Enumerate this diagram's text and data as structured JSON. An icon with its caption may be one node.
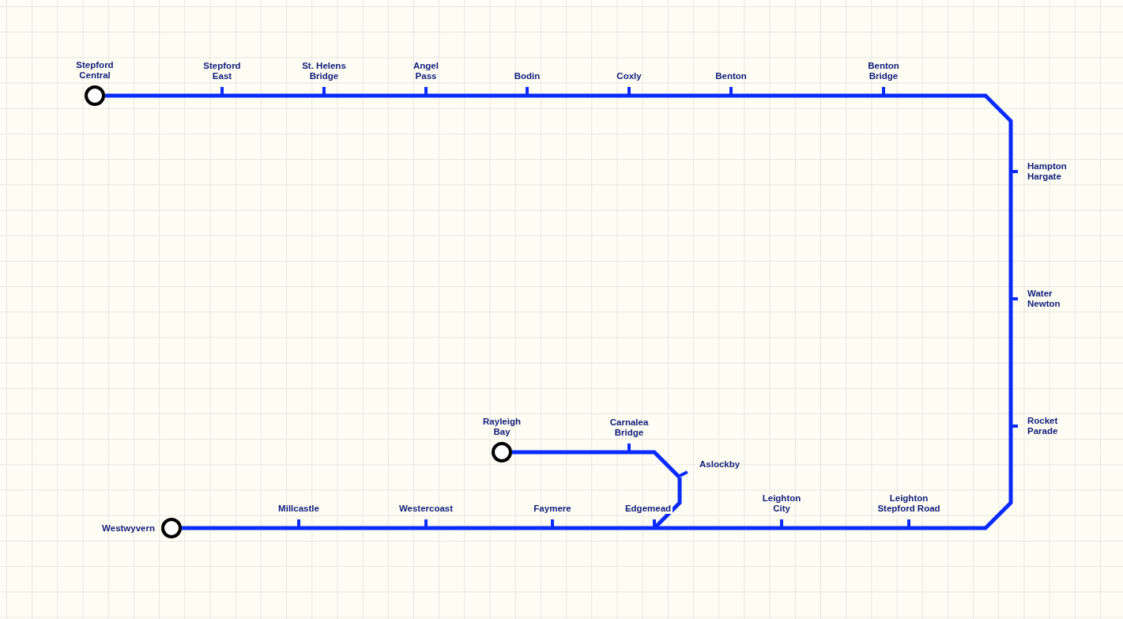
{
  "diagram": {
    "nodes": [
      {
        "text": [
          "Stepford Central"
        ]
      },
      {
        "text": [
          "Stepford East"
        ]
      },
      {
        "text": [
          "St. Helens Bridge"
        ]
      },
      {
        "text": [
          "Angel Pass"
        ]
      },
      {
        "text": [
          "Bodin"
        ]
      },
      {
        "text": [
          "Coxly"
        ]
      },
      {
        "text": [
          "Benton"
        ]
      },
      {
        "text": [
          "Benton Bridge"
        ]
      },
      {
        "text": [
          "Hampton Hargate"
        ]
      },
      {
        "text": [
          "Water Newton"
        ]
      },
      {
        "text": [
          "Rocket Parade"
        ]
      },
      {
        "text": [
          "Leighton Stepford Road"
        ]
      },
      {
        "text": [
          "Leighton City"
        ]
      },
      {
        "text": [
          "Edgemead"
        ]
      },
      {
        "text": [
          "Faymere"
        ]
      },
      {
        "text": [
          "Westercoast"
        ]
      },
      {
        "text": [
          "Millcastle"
        ]
      },
      {
        "text": [
          "Westwyvern"
        ]
      },
      {
        "text": [
          "Rayleigh Bay"
        ]
      },
      {
        "text": [
          "Carnalea Bridge"
        ]
      },
      {
        "text": [
          "Aslockby"
        ]
      }
    ],
    "edges": [
      {
        "from": 0,
        "to": 1,
        "arrow": "none"
      },
      {
        "from": 1,
        "to": 2,
        "arrow": "none"
      },
      {
        "from": 2,
        "to": 3,
        "arrow": "none"
      },
      {
        "from": 3,
        "to": 4,
        "arrow": "none"
      },
      {
        "from": 4,
        "to": 5,
        "arrow": "none"
      },
      {
        "from": 5,
        "to": 6,
        "arrow": "none"
      },
      {
        "from": 6,
        "to": 7,
        "arrow": "none"
      },
      {
        "from": 7,
        "to": 8,
        "arrow": "none"
      },
      {
        "from": 8,
        "to": 9,
        "arrow": "none"
      },
      {
        "from": 9,
        "to": 10,
        "arrow": "none"
      },
      {
        "from": 10,
        "to": 11,
        "arrow": "none"
      },
      {
        "from": 11,
        "to": 12,
        "arrow": "none"
      },
      {
        "from": 12,
        "to": 13,
        "arrow": "none"
      },
      {
        "from": 13,
        "to": 14,
        "arrow": "none"
      },
      {
        "from": 14,
        "to": 15,
        "arrow": "none"
      },
      {
        "from": 15,
        "to": 16,
        "arrow": "none"
      },
      {
        "from": 16,
        "to": 17,
        "arrow": "none"
      },
      {
        "from": 18,
        "to": 19,
        "arrow": "none"
      },
      {
        "from": 19,
        "to": 20,
        "arrow": "none"
      },
      {
        "from": 20,
        "to": 13,
        "arrow": "none"
      }
    ]
  }
}
